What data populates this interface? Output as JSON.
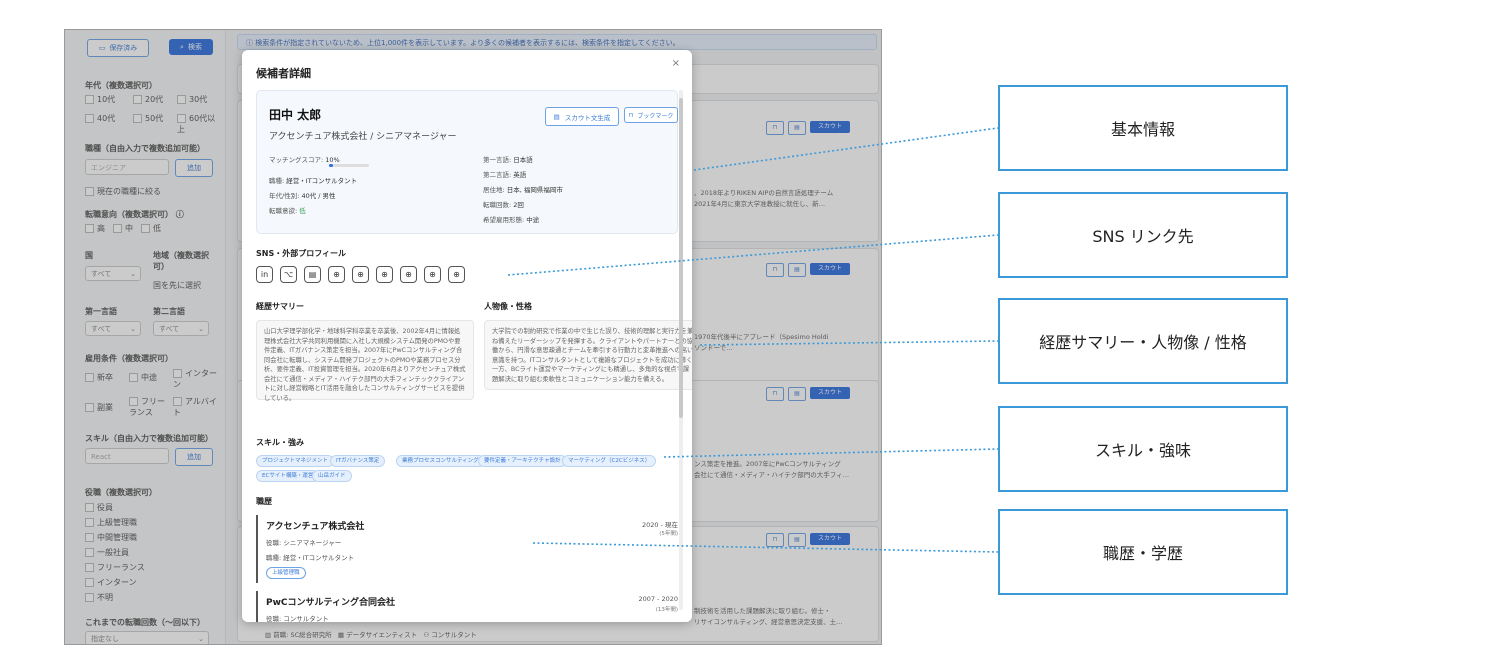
{
  "sidebar": {
    "saved_label": "保存済み",
    "search_label": "検索",
    "age_title": "年代（複数選択可）",
    "ages": [
      "10代",
      "20代",
      "30代",
      "40代",
      "50代",
      "60代以上"
    ],
    "job_title": "職種（自由入力で複数追加可能）",
    "job_placeholder": "エンジニア",
    "add_label": "追加",
    "current_job_label": "現在の職種に絞る",
    "intent_title": "転職意向（複数選択可）",
    "intents": [
      "高",
      "中",
      "低"
    ],
    "country_title": "国",
    "region_title": "地域（複数選択可）",
    "select_placeholder": "すべて",
    "region_select_label": "国を先に選択",
    "lang1_title": "第一言語",
    "lang2_title": "第二言語",
    "emp_title": "雇用条件（複数選択可）",
    "emps": [
      "新卒",
      "中途",
      "インターン",
      "副業",
      "フリーランス",
      "アルバイト"
    ],
    "skill_title": "スキル（自由入力で複数追加可能）",
    "skill_placeholder": "React",
    "pos_title": "役職（複数選択可）",
    "positions": [
      "役員",
      "上級管理職",
      "中間管理職",
      "一般社員",
      "フリーランス",
      "インターン",
      "不明"
    ],
    "changes_title": "これまでの転職回数（〜回以下）",
    "changes_select": "指定なし"
  },
  "banner_text": "検索条件が指定されていないため、上位1,000件を表示しています。より多くの候補者を表示するには、検索条件を指定してください。",
  "bg_cards": {
    "scout_label": "スカウト",
    "card1_text": "、2018年よりRIKEN AIPの自然言語処理チーム",
    "card1_text2": "2021年4月に東京大学准教授に就任し、新…",
    "card2_text": "1970年代後半にアプレード（Spesimo Holdi",
    "card2_text2": "ソンドーで…",
    "card3_text": "ンス策定を推進。2007年にPwCコンサルティング",
    "card3_text2": "会社にて通信・メディア・ハイテク部門の大手フィ…",
    "card4_text": "制技術を活用した課題解決に取り組む。修士・",
    "card4_text2": "リサイコンサルティング、経営意思決定支援、土…",
    "footer_prev": "前職: SC総合研究所",
    "footer_ds": "データサイエンティスト",
    "footer_consult": "コンサルタント"
  },
  "modal": {
    "title": "候補者詳細",
    "close": "×",
    "name": "田中 太郎",
    "company_role": "アクセンチュア株式会社 / シニアマネージャー",
    "scout_text_btn": "スカウト文生成",
    "bookmark_btn": "ブックマーク",
    "matching_label": "マッチングスコア:",
    "matching_value": "10%",
    "matching_fraction": 0.1,
    "left_info": [
      {
        "label": "職種:",
        "value": "経営・ITコンサルタント"
      },
      {
        "label": "年代/性別:",
        "value": "40代 / 男性"
      },
      {
        "label": "転職意欲:",
        "value": "低"
      }
    ],
    "right_info": [
      {
        "label": "第一言語:",
        "value": "日本語"
      },
      {
        "label": "第二言語:",
        "value": "英語"
      },
      {
        "label": "居住地:",
        "value": "日本, 福岡県福岡市"
      },
      {
        "label": "転職回数:",
        "value": "2回"
      },
      {
        "label": "希望雇用形態:",
        "value": "中途"
      }
    ],
    "sns_title": "SNS・外部プロフィール",
    "sns_icons": [
      "linkedin-icon",
      "github-icon",
      "note-icon",
      "globe-icon",
      "globe-icon",
      "globe-icon",
      "globe-icon",
      "globe-icon",
      "globe-icon"
    ],
    "summary_title": "経歴サマリー",
    "summary_text": "山口大学理学部化学・地球科学科卒業を卒業後、2002年4月に情報処理株式会社大学共同利用機関に入社し大規模システム開発のPMOや要件定義、ITガバナンス策定を担当。2007年にPwCコンサルティング合同会社に転職し、システム開発プロジェクトのPMOや業務プロセス分析、要件定義、IT投資管理を担当。2020年6月よりアクセンチュア株式会社にて通信・メディア・ハイテク部門の大手フィンテッククライアントに対し経営戦略とIT活用を融合したコンサルティングサービスを提供している。",
    "persona_title": "人物像・性格",
    "persona_text": "大学院での制約研究で作業の中で生じた誤り、技術的理解と実行力を兼ね備えたリーダーシップを発揮する。クライアントやパートナーとの協働から、円滑な意思疎通とチームを牽引する行動力と変革推進への高い意識を持つ。ITコンサルタントとして複雑なプロジェクトを成功に導く一方、BCライト運営やマーケティングにも精通し、多角的な視点で課題解決に取り組む柔軟性とコミュニケーション能力を備える。",
    "skills_title": "スキル・強み",
    "skills": [
      "プロジェクトマネジメント",
      "ITガバナンス策定",
      "業務プロセスコンサルティング",
      "要件定義・アーキテクチャ設計",
      "マーケティング（C2Cビジネス）",
      "ECサイト構築・運営",
      "山岳ガイド"
    ],
    "career_title": "職歴",
    "career": [
      {
        "company": "アクセンチュア株式会社",
        "position": "役職: シニアマネージャー",
        "job": "職種: 経営・ITコンサルタント",
        "tag": "上級管理職",
        "period": "2020 - 現在",
        "duration": "(5年間)"
      },
      {
        "company": "PwCコンサルティング合同会社",
        "position": "役職: コンサルタント",
        "job": "",
        "tag": "",
        "period": "2007 - 2020",
        "duration": "(13年間)"
      }
    ]
  },
  "annotations": [
    "基本情報",
    "SNS リンク先",
    "経歴サマリー・人物像 / 性格",
    "スキル・強味",
    "職歴・学歴"
  ],
  "colors": {
    "accent": "#2f6fe0",
    "annotation_border": "#3a9ad9"
  }
}
